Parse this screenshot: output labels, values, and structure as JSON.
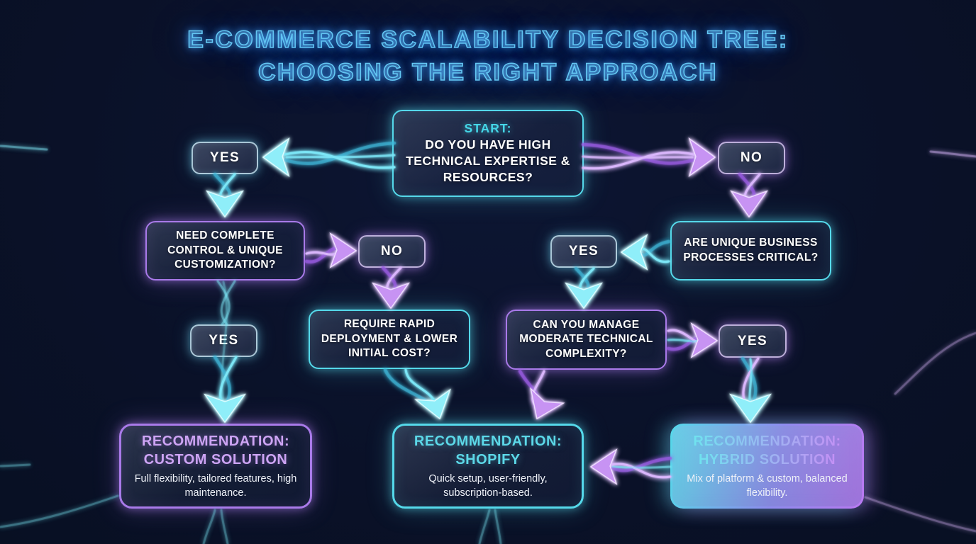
{
  "colors": {
    "background": "#0a1128",
    "neon_cyan": "#55d9ea",
    "neon_purple": "#a97ae9",
    "title_blue": "#63c6f2",
    "text_white": "#ffffff",
    "custom_heading": "#cda4f4",
    "shopify_heading": "#5cd8e8"
  },
  "title": {
    "line1": "E-COMMERCE SCALABILITY DECISION TREE:",
    "line2": "CHOOSING THE RIGHT APPROACH"
  },
  "nodes": {
    "start": {
      "prefix": "START:",
      "question": "DO YOU HAVE HIGH TECHNICAL EXPERTISE & RESOURCES?"
    },
    "yes_top_left": {
      "label": "YES"
    },
    "no_top_right": {
      "label": "NO"
    },
    "need_control": {
      "question": "NEED COMPLETE CONTROL & UNIQUE CUSTOMIZATION?"
    },
    "no_mid": {
      "label": "NO"
    },
    "unique_critical": {
      "question": "ARE UNIQUE BUSINESS PROCESSES CRITICAL?"
    },
    "yes_mid": {
      "label": "YES"
    },
    "require_rapid": {
      "question": "REQUIRE RAPID DEPLOYMENT & LOWER INITIAL COST?"
    },
    "can_manage": {
      "question": "CAN YOU MANAGE MODERATE TECHNICAL COMPLEXITY?"
    },
    "yes_lower_left": {
      "label": "YES"
    },
    "yes_lower_right": {
      "label": "YES"
    },
    "rec_custom": {
      "heading_line1": "RECOMMENDATION:",
      "heading_line2": "CUSTOM SOLUTION",
      "detail": "Full flexibility, tailored features, high maintenance."
    },
    "rec_shopify": {
      "heading_line1": "RECOMMENDATION:",
      "heading_line2": "SHOPIFY",
      "detail": "Quick setup, user-friendly, subscription-based."
    },
    "rec_hybrid": {
      "heading_line1": "RECOMMENDATION:",
      "heading_line2": "HYBRID SOLUTION",
      "detail": "Mix of platform & custom, balanced flexibility."
    }
  },
  "edges": [
    {
      "from": "start",
      "to": "yes_top_left",
      "answer": "YES",
      "color": "cyan"
    },
    {
      "from": "start",
      "to": "no_top_right",
      "answer": "NO",
      "color": "purple"
    },
    {
      "from": "yes_top_left",
      "to": "need_control",
      "color": "cyan"
    },
    {
      "from": "no_top_right",
      "to": "unique_critical",
      "color": "purple"
    },
    {
      "from": "need_control",
      "to": "no_mid",
      "answer": "NO",
      "color": "purple"
    },
    {
      "from": "no_mid",
      "to": "require_rapid",
      "color": "purple"
    },
    {
      "from": "unique_critical",
      "to": "yes_mid",
      "answer": "YES",
      "color": "cyan"
    },
    {
      "from": "yes_mid",
      "to": "can_manage",
      "color": "cyan"
    },
    {
      "from": "need_control",
      "to": "yes_lower_left",
      "answer": "YES",
      "color": "cyan"
    },
    {
      "from": "yes_lower_left",
      "to": "rec_custom",
      "color": "cyan"
    },
    {
      "from": "require_rapid",
      "to": "rec_shopify",
      "color": "cyan"
    },
    {
      "from": "can_manage",
      "to": "rec_shopify",
      "color": "purple"
    },
    {
      "from": "can_manage",
      "to": "yes_lower_right",
      "answer": "YES",
      "color": "purple"
    },
    {
      "from": "yes_lower_right",
      "to": "rec_hybrid",
      "color": "cyan"
    },
    {
      "from": "rec_hybrid",
      "to": "rec_shopify",
      "color": "purple"
    }
  ]
}
